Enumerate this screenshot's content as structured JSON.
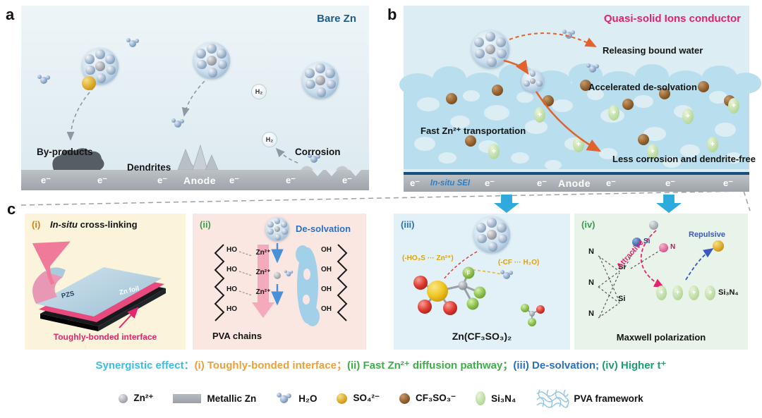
{
  "panel_a": {
    "tag": "a",
    "title": "Bare Zn",
    "byproducts": "By-products",
    "dendrites": "Dendrites",
    "corrosion": "Corrosion",
    "h2": "H₂",
    "anode": "Anode",
    "e": "e⁻"
  },
  "panel_b": {
    "tag": "b",
    "title": "Quasi-solid Ions conductor",
    "releasing": "Releasing bound water",
    "desolvation": "Accelerated de-solvation",
    "transport": "Fast Zn²⁺ transportation",
    "less_corrosion": "Less corrosion and dendrite-free",
    "sei": "In-situ SEI",
    "anode": "Anode",
    "e": "e⁻",
    "plus": "+"
  },
  "panel_c": {
    "tag": "c",
    "i": {
      "num": "(i)",
      "title_italic": "In-situ",
      "title_rest": " cross-linking",
      "pzs": "PZS",
      "zn_foil": "Zn foil",
      "interface": "Toughly-bonded interface"
    },
    "ii": {
      "num": "(ii)",
      "title": "De-solvation",
      "ho": "HO",
      "oh": "OH",
      "zn": "Zn²⁺",
      "pva": "PVA chains"
    },
    "iii": {
      "num": "(iii)",
      "left_note": "(-HO₃S ··· Zn²⁺)",
      "right_note": "(-CF ··· H₂O)",
      "f": "F",
      "formula": "Zn(CF₃SO₃)₂"
    },
    "iv": {
      "num": "(iv)",
      "attractive": "Attractive",
      "repulsive": "Repulsive",
      "n": "N",
      "si": "Si",
      "si3n4": "Si₃N₄",
      "plus": "+",
      "caption": "Maxwell polarization"
    }
  },
  "synergy": {
    "prefix": "Synergistic effect：",
    "i": "(i) Toughly-bonded interface；",
    "ii": "(ii) Fast Zn²⁺ diffusion pathway；",
    "iii": "(iii) De-solvation; ",
    "iv": "(iv) Higher t⁺"
  },
  "legend": {
    "items": [
      {
        "icon": "zn-ion-sphere",
        "label": "Zn²⁺"
      },
      {
        "icon": "metallic-zn-bar",
        "label": "Metallic Zn"
      },
      {
        "icon": "water-molecule",
        "label": "H₂O"
      },
      {
        "icon": "sulfate-sphere",
        "label": "SO₄²⁻"
      },
      {
        "icon": "triflate-sphere",
        "label": "CF₃SO₃⁻"
      },
      {
        "icon": "si3n4-oval",
        "label": "Si₃N₄"
      },
      {
        "icon": "pva-network",
        "label": "PVA framework"
      }
    ]
  },
  "colors": {
    "panel_a_title": "#1f5c8b",
    "panel_b_title": "#e0246a",
    "magenta_accent": "#e8246e",
    "orange_arrow": "#e2622b",
    "blue_big_arrow": "#2eaadc",
    "synergy_cyan": "#3bbde8",
    "synergy_orange": "#e9a23b",
    "synergy_green": "#3fae49",
    "synergy_blue": "#2a6fc0",
    "synergy_teal": "#1a9e74"
  }
}
